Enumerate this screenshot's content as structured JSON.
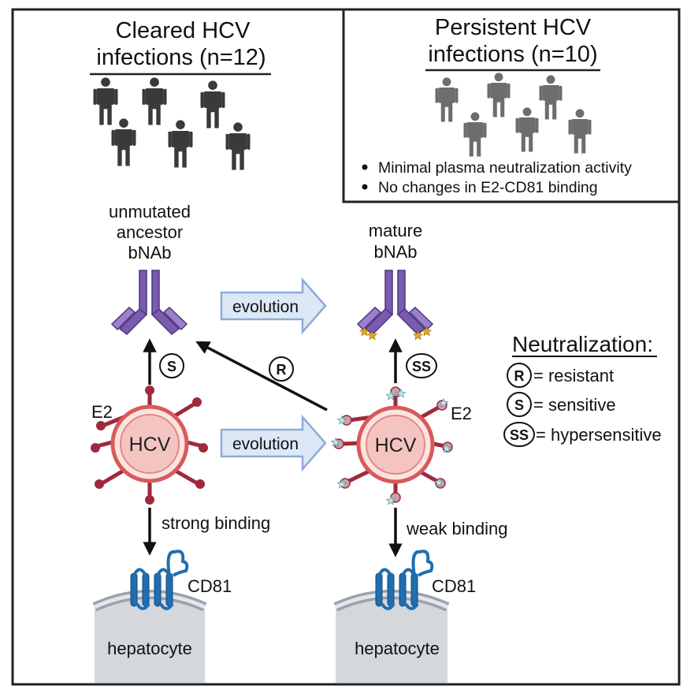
{
  "cleared": {
    "title_line1": "Cleared HCV",
    "title_line2": "infections (n=12)",
    "person_color": "#3a3a3a"
  },
  "persistent": {
    "title_line1": "Persistent HCV",
    "title_line2": "infections (n=10)",
    "person_color": "#6d6d6d",
    "bullets": [
      "Minimal plasma neutralization activity",
      "No changes in E2-CD81 binding"
    ]
  },
  "left_antibody": {
    "label_line1": "unmutated",
    "label_line2": "ancestor",
    "label_line3": "bNAb",
    "color": "#7b5bb0"
  },
  "right_antibody": {
    "label_line1": "mature",
    "label_line2": "bNAb",
    "mutation_color": "#e6a817"
  },
  "evolution_label": "evolution",
  "evolution_arrow_color": "#dde8f7",
  "sensitivity": {
    "left": "S",
    "cross": "R",
    "right": "SS"
  },
  "virus": {
    "left_label": "HCV",
    "right_label": "HCV",
    "e2_label": "E2",
    "capsid_color": "#f4c4c0",
    "envelope_color": "#d85a5a",
    "spike_color": "#9e2a3c"
  },
  "binding": {
    "left": "strong binding",
    "right": "weak binding"
  },
  "receptor": {
    "label": "CD81",
    "color": "#1f6eb0"
  },
  "cell": {
    "label": "hepatocyte",
    "color": "#d4d8dd"
  },
  "legend": {
    "title": "Neutralization:",
    "items": [
      {
        "symbol": "R",
        "text": "= resistant"
      },
      {
        "symbol": "S",
        "text": "= sensitive"
      },
      {
        "symbol": "SS",
        "text": "= hypersensitive"
      }
    ]
  }
}
